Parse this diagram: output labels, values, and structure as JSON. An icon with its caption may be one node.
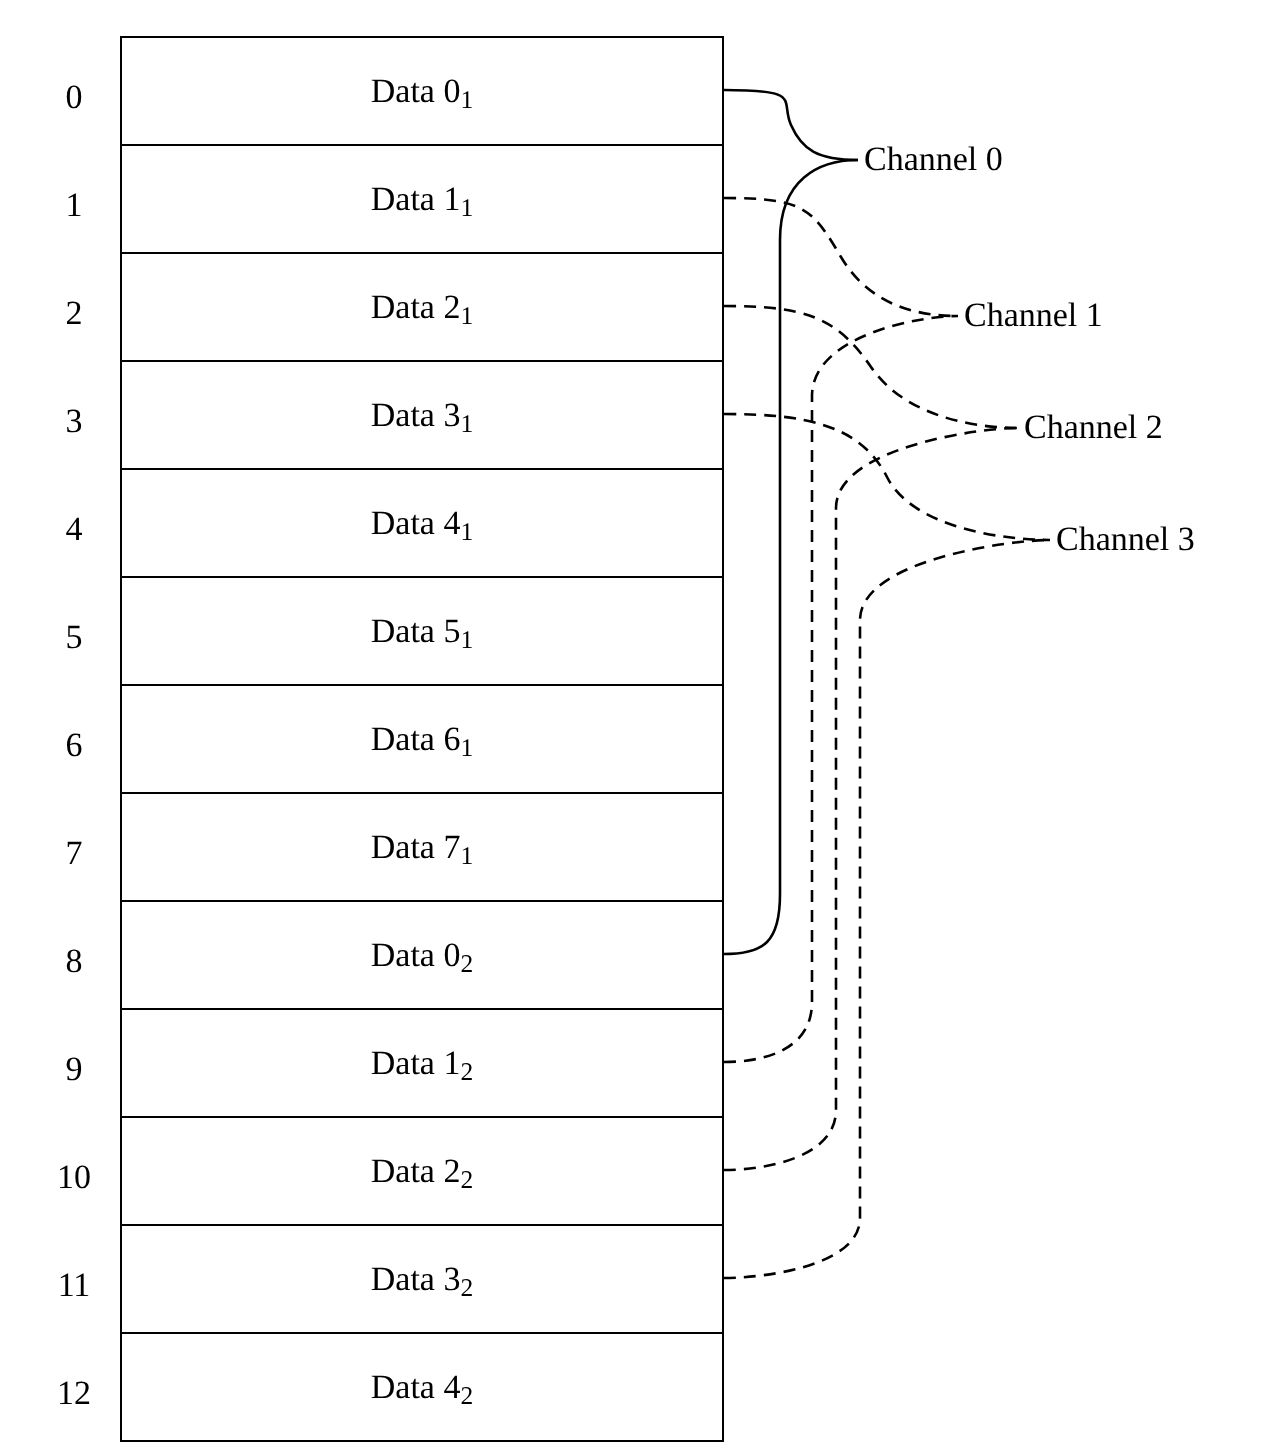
{
  "diagram": {
    "nodes": [
      {
        "text": [
          "Data 0$_{1}$"
        ],
        "beside": [
          "0"
        ]
      },
      {
        "text": [
          "Data 1$_{1}$"
        ],
        "beside": [
          "1"
        ]
      },
      {
        "text": [
          "Data 2$_{1}$"
        ],
        "beside": [
          "2"
        ]
      },
      {
        "text": [
          "Data 3$_{1}$"
        ],
        "beside": [
          "3"
        ]
      },
      {
        "text": [
          "Data 4$_{1}$"
        ],
        "beside": [
          "4"
        ]
      },
      {
        "text": [
          "Data 5$_{1}$"
        ],
        "beside": [
          "5"
        ]
      },
      {
        "text": [
          "Data 6$_{1}$"
        ],
        "beside": [
          "6"
        ]
      },
      {
        "text": [
          "Data 7$_{1}$"
        ],
        "beside": [
          "7"
        ]
      },
      {
        "text": [
          "Data 0$_{2}$"
        ],
        "beside": [
          "8"
        ]
      },
      {
        "text": [
          "Data 1$_{2}$"
        ],
        "beside": [
          "9"
        ]
      },
      {
        "text": [
          "Data 2$_{2}$"
        ],
        "beside": [
          "10"
        ]
      },
      {
        "text": [
          "Data 3$_{2}$"
        ],
        "beside": [
          "11"
        ]
      },
      {
        "text": [
          "Data 4$_{2}$"
        ],
        "beside": [
          "12"
        ]
      },
      {
        "text": [
          "Channel 0"
        ]
      },
      {
        "text": [
          "Channel 1"
        ]
      },
      {
        "text": [
          "Channel 2"
        ]
      },
      {
        "text": [
          "Channel 3"
        ]
      }
    ],
    "edges": [
      {
        "from": 0,
        "to": 13,
        "arrow": "none"
      },
      {
        "from": 8,
        "to": 13,
        "arrow": "none"
      },
      {
        "from": 1,
        "to": 14,
        "arrow": "none",
        "style": "dashed"
      },
      {
        "from": 9,
        "to": 14,
        "arrow": "none",
        "style": "dashed"
      },
      {
        "from": 2,
        "to": 15,
        "arrow": "none",
        "style": "dashed"
      },
      {
        "from": 10,
        "to": 15,
        "arrow": "none",
        "style": "dashed"
      },
      {
        "from": 3,
        "to": 16,
        "arrow": "none",
        "style": "dashed"
      },
      {
        "from": 11,
        "to": 16,
        "arrow": "none",
        "style": "dashed"
      }
    ]
  }
}
